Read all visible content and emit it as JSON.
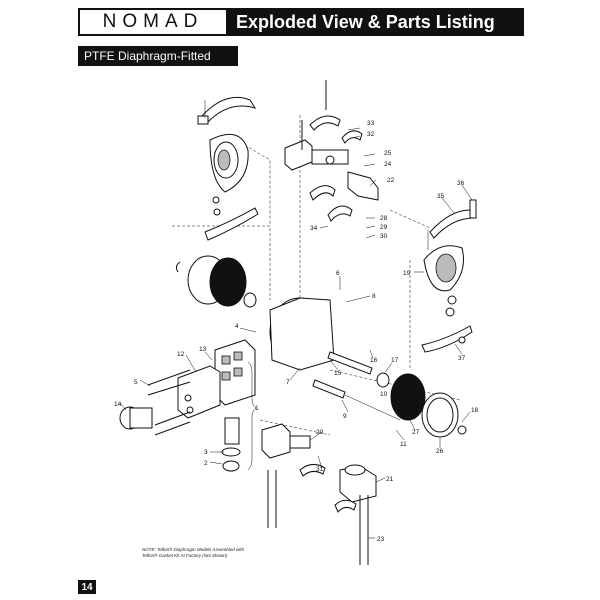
{
  "header": {
    "logo": "NOMAD",
    "title": "Exploded View & Parts Listing"
  },
  "subtitle": "PTFE Diaphragm-Fitted",
  "note": {
    "line1": "NOTE: Teflon® Diaphragm Models Assembled with",
    "line2": "Teflon® Gasket Kit At Factory (Not Shown)"
  },
  "page_number": "14",
  "callouts": [
    "1",
    "2",
    "3",
    "4",
    "5",
    "6",
    "7",
    "8",
    "9",
    "10",
    "11",
    "12",
    "13",
    "14",
    "15",
    "16",
    "17",
    "18",
    "19",
    "20",
    "21",
    "22",
    "23",
    "24",
    "25",
    "26",
    "27",
    "28",
    "29",
    "30",
    "31",
    "32",
    "33",
    "34",
    "35",
    "36",
    "37"
  ]
}
